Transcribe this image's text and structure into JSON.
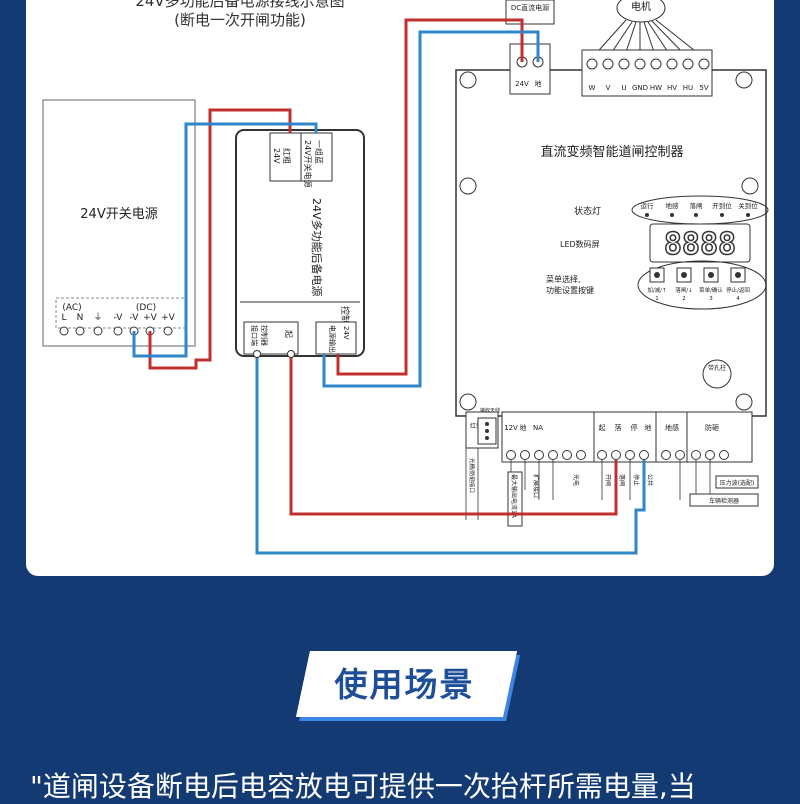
{
  "diagram": {
    "title_line1": "24V多功能后备电源接线示意图",
    "title_line2": "(断电一次开闸功能)",
    "psu": {
      "label": "24V开关电源",
      "ac_label": "(AC)",
      "dc_label": "(DC)",
      "terminals": [
        "L",
        "N",
        "⏚",
        "-V",
        "-V",
        "+V",
        "+V"
      ]
    },
    "backup": {
      "name": "24V多功能后备电源",
      "in_label_a": "红粗",
      "in_label_b": "24V",
      "in_label_c": "一组蓝",
      "in_label_d": "24V开关电源",
      "ctrl_label": "控制器端",
      "out_label_a": "电源输出",
      "out_label_b": "24V",
      "out_label_c": "控制器",
      "out_label_d": "起",
      "out_label_e": "接口端"
    },
    "controller": {
      "name": "直流变频智能道闸控制器",
      "dc_power_label": "DC直流电源",
      "power_terms": [
        "24V",
        "地"
      ],
      "motor_label": "电机",
      "motor_terms": [
        "W",
        "V",
        "U",
        "GND",
        "HW",
        "HV",
        "HU",
        "5V"
      ],
      "status_light_label": "状态灯",
      "status_lights": [
        "运行",
        "地感",
        "落闸",
        "开到位",
        "关到位"
      ],
      "led_label": "LED数码屏",
      "led_value": "8888",
      "menu_label_1": "菜单选择,",
      "menu_label_2": "功能设置按键",
      "buttons": [
        "加/减/↑",
        "落闸/↓",
        "菜单/确认",
        "停止/返回"
      ],
      "button_nums": [
        "1",
        "2",
        "3",
        "4"
      ],
      "bottom_sections": [
        "12V",
        "地",
        "NA",
        "起",
        "落",
        "停",
        "地",
        "地感",
        "防砸"
      ],
      "side_labels": [
        "最大输出电流1A",
        "扩展接口",
        "光电",
        "开闸",
        "落闸",
        "停止",
        "公共",
        "压力波(选配)",
        "车辆检测器",
        "光栅/防砸接口"
      ],
      "infrared_label": "红外",
      "antenna_label": "接收天线",
      "small_label": "带孔柱"
    }
  },
  "badge": {
    "label": "使用场景"
  },
  "description": "\"道闸设备断电后电容放电可提供一次抬杆所需电量,当"
}
